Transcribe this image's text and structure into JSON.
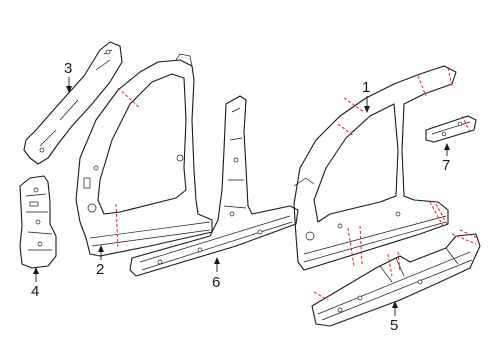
{
  "diagram": {
    "callouts": [
      {
        "id": "1",
        "label": "1"
      },
      {
        "id": "2",
        "label": "2"
      },
      {
        "id": "3",
        "label": "3"
      },
      {
        "id": "4",
        "label": "4"
      },
      {
        "id": "5",
        "label": "5"
      },
      {
        "id": "6",
        "label": "6"
      },
      {
        "id": "7",
        "label": "7"
      }
    ],
    "colors": {
      "line": "#1a1a1a",
      "cut_line": "#e0202a",
      "background": "#ffffff"
    }
  }
}
